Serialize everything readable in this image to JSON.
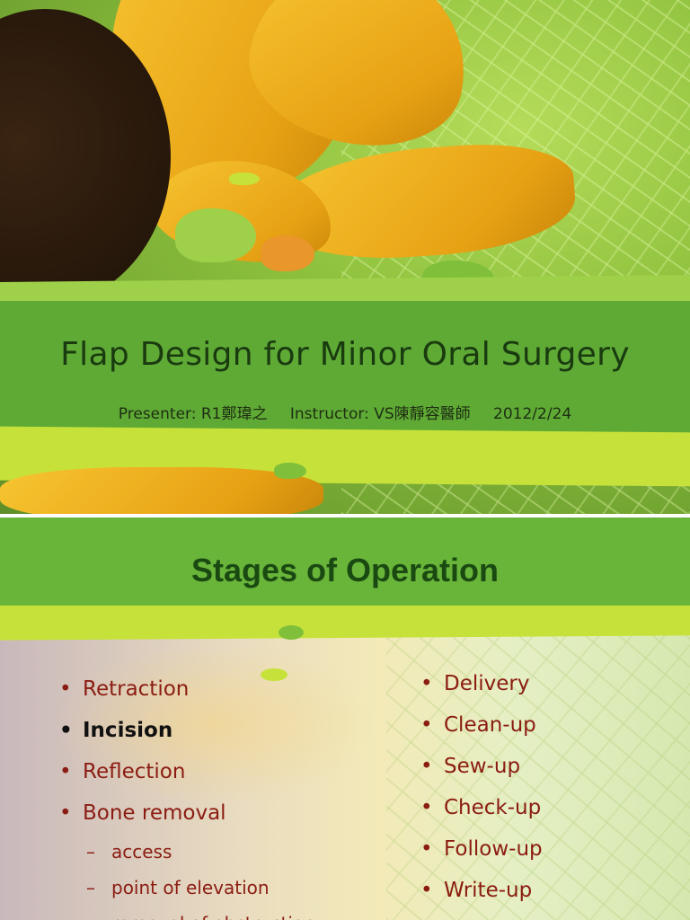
{
  "slide1": {
    "title": "Flap Design for Minor Oral Surgery",
    "presenter": "Presenter: R1鄭瑋之",
    "instructor": "Instructor: VS陳靜容醫師",
    "date": "2012/2/24"
  },
  "slide2": {
    "title": "Stages of Operation",
    "left_items": [
      {
        "text": "Retraction",
        "level": 1
      },
      {
        "text": "Incision",
        "level": 1,
        "emphasis": "bold"
      },
      {
        "text": "Reflection",
        "level": 1
      },
      {
        "text": "Bone removal",
        "level": 1
      },
      {
        "text": "access",
        "level": 2
      },
      {
        "text": "point of elevation",
        "level": 2
      },
      {
        "text": "removal of obstruction",
        "level": 2
      }
    ],
    "right_items": [
      {
        "text": "Delivery"
      },
      {
        "text": "Clean-up"
      },
      {
        "text": "Sew-up"
      },
      {
        "text": "Check-up"
      },
      {
        "text": "Follow-up"
      },
      {
        "text": "Write-up"
      }
    ]
  },
  "colors": {
    "bullet_text": "#8b1c12",
    "emphasis_text": "#111111",
    "title_green": "#1a4a12",
    "band_green": "#69b53a",
    "band_lime": "#c6e23a"
  }
}
